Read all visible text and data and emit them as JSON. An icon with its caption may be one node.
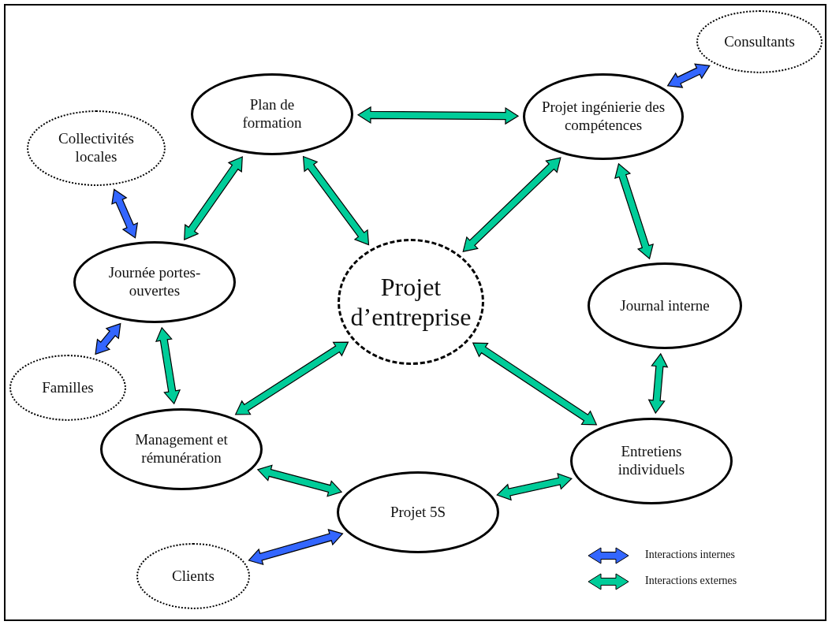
{
  "diagram": {
    "nodes": [
      {
        "text": [
          "Consultants"
        ]
      },
      {
        "text": [
          "Plan de formation"
        ]
      },
      {
        "text": [
          "Projet ingénierie des compétences"
        ]
      },
      {
        "text": [
          "Collectivités locales"
        ]
      },
      {
        "text": [
          "Journée portes-ouvertes"
        ]
      },
      {
        "text": [
          "Projet d’entreprise"
        ]
      },
      {
        "text": [
          "Journal interne"
        ]
      },
      {
        "text": [
          "Familles"
        ]
      },
      {
        "text": [
          "Management et rémunération"
        ]
      },
      {
        "text": [
          "Entretiens individuels"
        ]
      },
      {
        "text": [
          "Projet 5S"
        ]
      },
      {
        "text": [
          "Clients"
        ]
      }
    ],
    "edges": [
      {
        "from": 0,
        "to": 2,
        "arrow": "both",
        "color": "#3366ff"
      },
      {
        "from": 1,
        "to": 2,
        "arrow": "both"
      },
      {
        "from": 1,
        "to": 4,
        "arrow": "both"
      },
      {
        "from": 1,
        "to": 5,
        "arrow": "both"
      },
      {
        "from": 2,
        "to": 5,
        "arrow": "both"
      },
      {
        "from": 2,
        "to": 6,
        "arrow": "both"
      },
      {
        "from": 3,
        "to": 4,
        "arrow": "both",
        "color": "#3366ff"
      },
      {
        "from": 4,
        "to": 7,
        "arrow": "both",
        "color": "#3366ff"
      },
      {
        "from": 4,
        "to": 8,
        "arrow": "both"
      },
      {
        "from": 5,
        "to": 8,
        "arrow": "both"
      },
      {
        "from": 5,
        "to": 9,
        "arrow": "both"
      },
      {
        "from": 6,
        "to": 9,
        "arrow": "both"
      },
      {
        "from": 8,
        "to": 10,
        "arrow": "both"
      },
      {
        "from": 9,
        "to": 10,
        "arrow": "both"
      },
      {
        "from": 10,
        "to": 11,
        "arrow": "both",
        "color": "#3366ff"
      }
    ],
    "legend": [
      {
        "text": "Interactions internes",
        "color": "#3366ff"
      },
      {
        "text": "Interactions externes",
        "color": "#00cc99"
      }
    ]
  }
}
